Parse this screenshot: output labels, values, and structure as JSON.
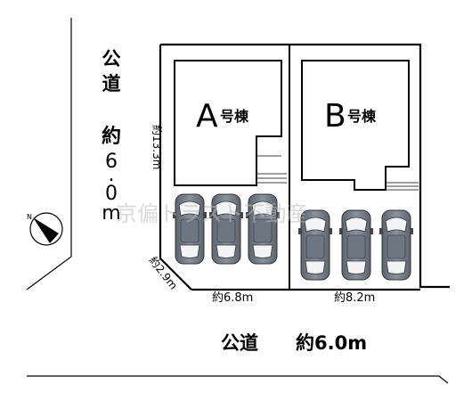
{
  "roads": {
    "left": {
      "label": "公道",
      "width_text": "約6.0m",
      "width_chars": [
        "約",
        "6",
        ".",
        "0",
        "m"
      ]
    },
    "bottom": {
      "label": "公道",
      "width_text": "約6.0m"
    }
  },
  "buildings": [
    {
      "letter": "A",
      "suffix": "号棟"
    },
    {
      "letter": "B",
      "suffix": "号棟"
    }
  ],
  "dimensions": {
    "side": "約13.3m",
    "corner": "約2.9m",
    "lot_a_front": "約6.8m",
    "lot_b_front": "約8.2m"
  },
  "compass": {
    "north_label": "N"
  },
  "watermark": "京偏トラスト不動産",
  "parking": {
    "lot_a_cars": 3,
    "lot_b_cars": 3
  }
}
